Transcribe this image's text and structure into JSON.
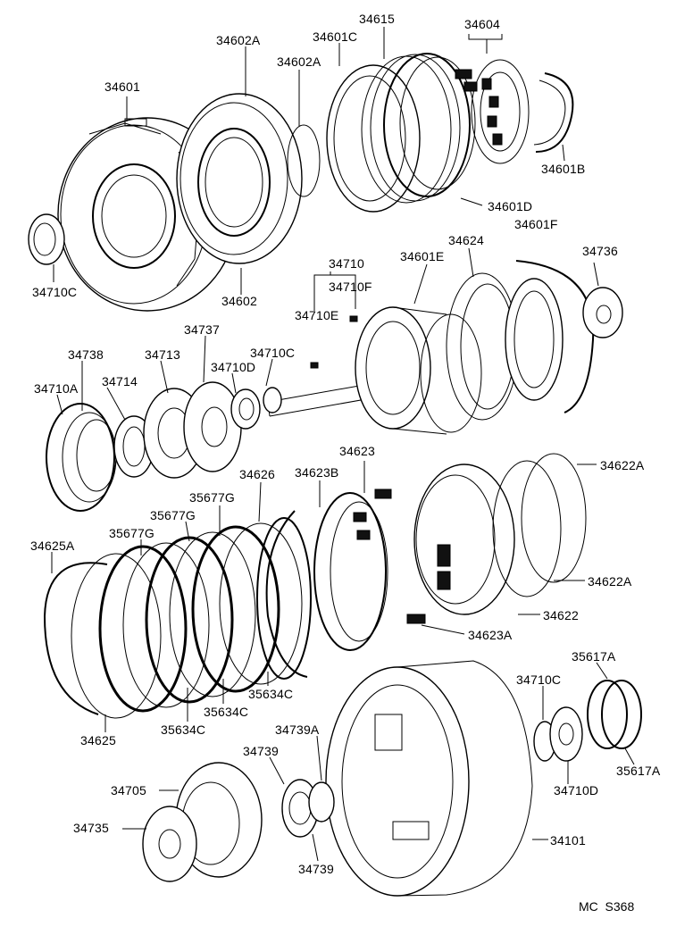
{
  "diagram": {
    "footer_code": "MC  S368",
    "labels": [
      "34601",
      "34602A",
      "34601C",
      "34615",
      "34604",
      "34602A",
      "34601B",
      "34601D",
      "34710C",
      "34602",
      "34710",
      "34601E",
      "34624",
      "34601F",
      "34736",
      "34710F",
      "34710E",
      "34737",
      "34738",
      "34713",
      "34710C",
      "34710D",
      "34710A",
      "34714",
      "34626",
      "34623B",
      "34623",
      "34622A",
      "35677G",
      "35677G",
      "35677G",
      "34625A",
      "34622A",
      "34622",
      "34623A",
      "35634C",
      "35634C",
      "35634C",
      "34625",
      "35617A",
      "34710C",
      "34739A",
      "34739",
      "34705",
      "34735",
      "34739",
      "34710D",
      "35617A",
      "34101"
    ]
  }
}
